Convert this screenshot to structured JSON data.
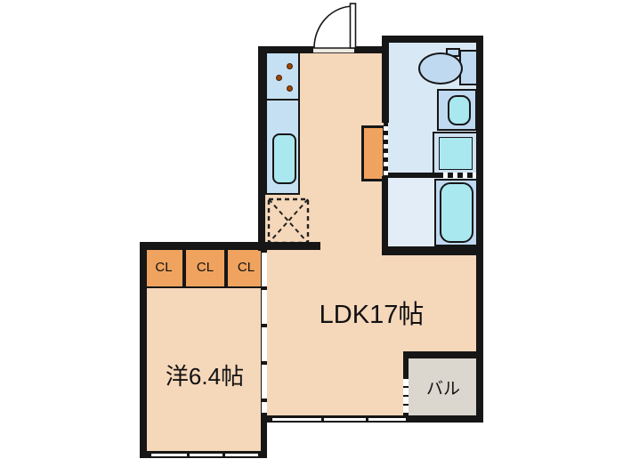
{
  "colors": {
    "wall": "#161616",
    "floor": "#F5D7BA",
    "closet": "#F0A35E",
    "balcony": "#DBD6CE",
    "washroom-floor": "#D9E8F5",
    "bath-floor": "#E3EDF8",
    "kitchen-counter": "#C5E0F2",
    "fixture": "#BFD9F0",
    "basin": "#A9E8EF",
    "burner": "#9C4505",
    "shelf": "#F0A35E",
    "text": "#111111"
  },
  "rooms": {
    "ldk": {
      "label": "LDK17帖"
    },
    "western": {
      "label": "洋6.4帖"
    },
    "balcony": {
      "label": "バル"
    },
    "closets": [
      {
        "label": "CL"
      },
      {
        "label": "CL"
      },
      {
        "label": "CL"
      }
    ]
  }
}
